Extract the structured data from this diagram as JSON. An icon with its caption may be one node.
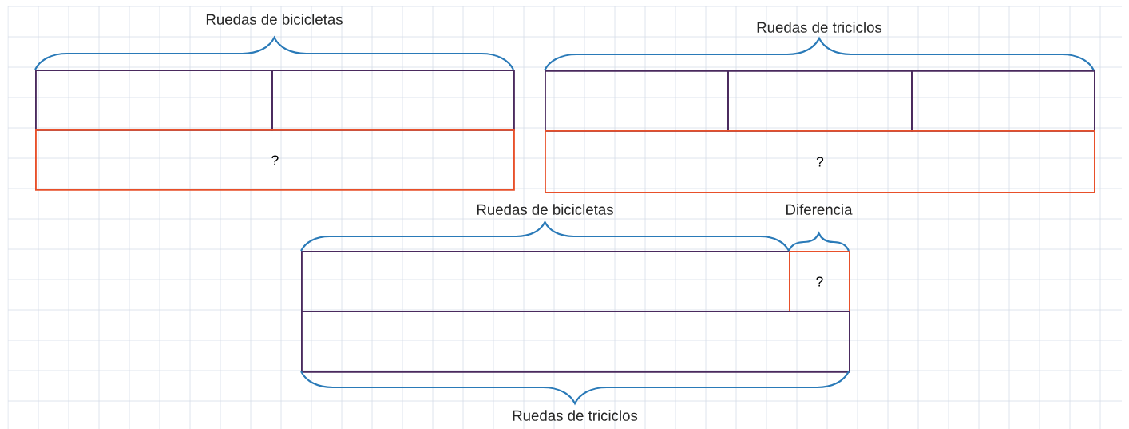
{
  "diagram": {
    "nodes": [
      {
        "text": [],
        "shape": "box"
      },
      {
        "text": [],
        "shape": "box"
      },
      {
        "text": [
          "?"
        ]
      },
      {
        "text": [],
        "shape": "box"
      },
      {
        "text": [],
        "shape": "box"
      },
      {
        "text": [],
        "shape": "box"
      },
      {
        "text": [
          "?"
        ]
      },
      {
        "text": [],
        "shape": "box"
      },
      {
        "text": [
          "?"
        ]
      },
      {
        "text": [],
        "shape": "box"
      }
    ],
    "labels": [
      "Ruedas de bicicletas",
      "Ruedas de triciclos",
      "Ruedas de bicicletas",
      "Diferencia",
      "Ruedas de triciclos"
    ]
  }
}
